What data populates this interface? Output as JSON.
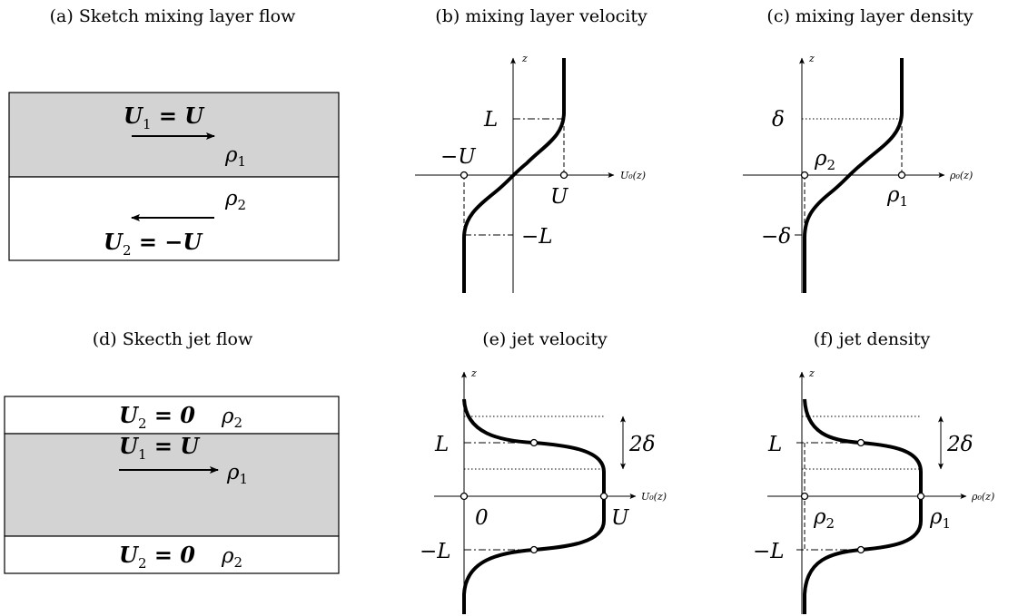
{
  "captions": {
    "a": "(a) Sketch mixing layer flow",
    "b": "(b) mixing layer velocity",
    "c": "(c) mixing layer density",
    "d": "(d) Skecth jet flow",
    "e": "(e) jet velocity",
    "f": "(f) jet density"
  },
  "panel_a": {
    "upper_velocity": {
      "base": "U",
      "sub": "1",
      "rhs": " = U"
    },
    "upper_density": {
      "base": "ρ",
      "sub": "1"
    },
    "lower_density": {
      "base": "ρ",
      "sub": "2"
    },
    "lower_velocity": {
      "base": "U",
      "sub": "2",
      "rhs": " = −U"
    },
    "upper_fill": "#d3d3d3"
  },
  "panel_b": {
    "z_axis": "z",
    "x_axis": "U₀(z)",
    "label_L": "L",
    "label_minus_U": "−U",
    "label_U": "U",
    "label_minus_L": "−L"
  },
  "panel_c": {
    "z_axis": "z",
    "x_axis": "ρ₀(z)",
    "label_delta": "δ",
    "label_minus_delta": "−δ",
    "label_rho2": {
      "base": "ρ",
      "sub": "2"
    },
    "label_rho1": {
      "base": "ρ",
      "sub": "1"
    }
  },
  "panel_d": {
    "top_row": {
      "base": "U",
      "sub": "2",
      "rhs": " = 0",
      "rho": "ρ",
      "rho_sub": "2"
    },
    "mid_velocity": {
      "base": "U",
      "sub": "1",
      "rhs": " = U"
    },
    "mid_density": {
      "base": "ρ",
      "sub": "1"
    },
    "bottom_row": {
      "base": "U",
      "sub": "2",
      "rhs": " = 0",
      "rho": "ρ",
      "rho_sub": "2"
    },
    "mid_fill": "#d3d3d3"
  },
  "panel_e": {
    "z_axis": "z",
    "x_axis": "U₀(z)",
    "label_L": "L",
    "label_2delta": "2δ",
    "label_0": "0",
    "label_U": "U",
    "label_minus_L": "−L"
  },
  "panel_f": {
    "z_axis": "z",
    "x_axis": "ρ₀(z)",
    "label_L": "L",
    "label_2delta": "2δ",
    "label_rho2": {
      "base": "ρ",
      "sub": "2"
    },
    "label_rho1": {
      "base": "ρ",
      "sub": "1"
    },
    "label_minus_L": "−L"
  }
}
